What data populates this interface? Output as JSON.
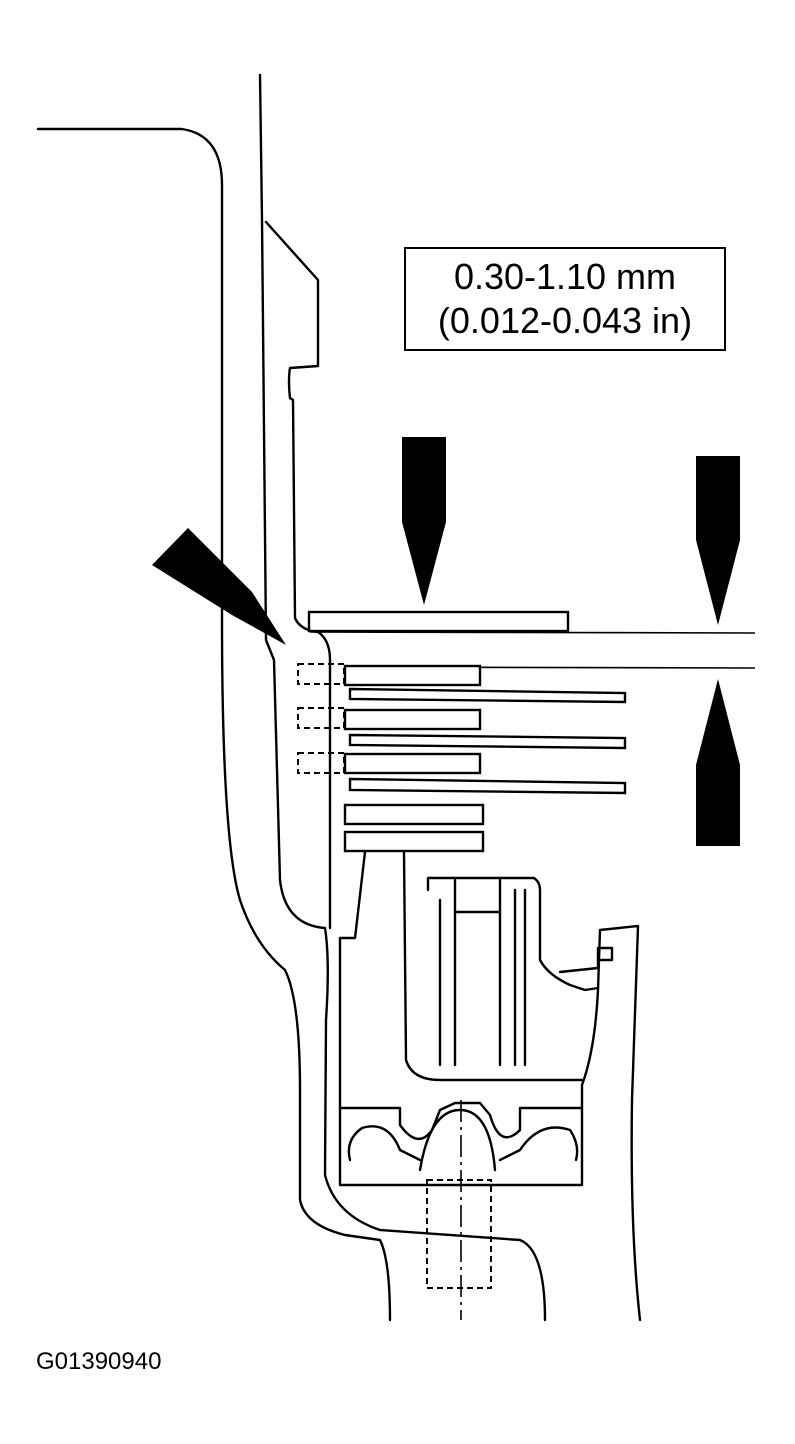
{
  "callout": {
    "clearance_mm": "0.30-1.10 mm",
    "clearance_in": "(0.012-0.043 in)"
  },
  "figure_id": "G01390940",
  "icons": {
    "arrow_1": "black-arrow-pointing-down",
    "arrow_2": "black-arrow-pointing-down-right",
    "arrow_3": "black-arrow-pointing-down",
    "arrow_4": "black-arrow-pointing-up"
  }
}
